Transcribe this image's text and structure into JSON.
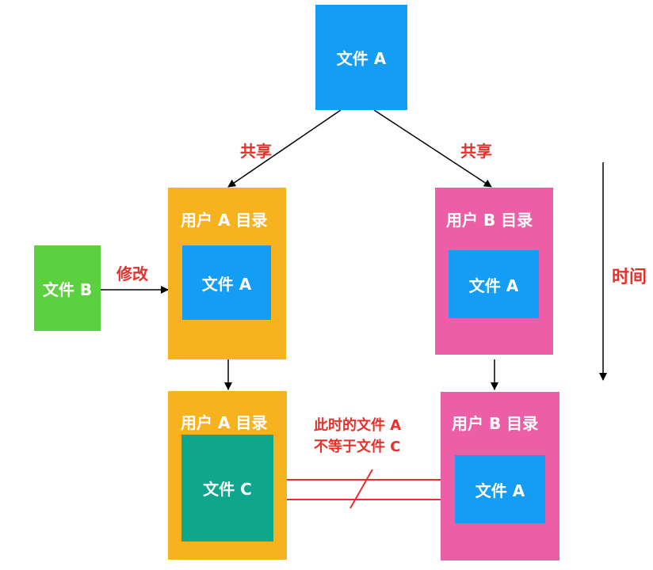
{
  "top_file": {
    "label": "文件 A"
  },
  "share_left": "共享",
  "share_right": "共享",
  "time_label": "时间",
  "modify_label": "修改",
  "file_b": {
    "label": "文件 B"
  },
  "user_a_before": {
    "title": "用户 A 目录",
    "inner": "文件 A"
  },
  "user_b_before": {
    "title": "用户 B 目录",
    "inner": "文件 A"
  },
  "user_a_after": {
    "title": "用户 A 目录",
    "inner": "文件 C"
  },
  "user_b_after": {
    "title": "用户 B 目录",
    "inner": "文件 A"
  },
  "note": {
    "line1": "此时的文件 A",
    "line2": "不等于文件 C"
  },
  "colors": {
    "file_blue": "#139df5",
    "user_a_orange": "#f6b31f",
    "user_b_pink": "#ec5fa7",
    "file_b_green": "#5bd13f",
    "file_c_teal": "#0ea68d",
    "red": "#e8302a"
  }
}
